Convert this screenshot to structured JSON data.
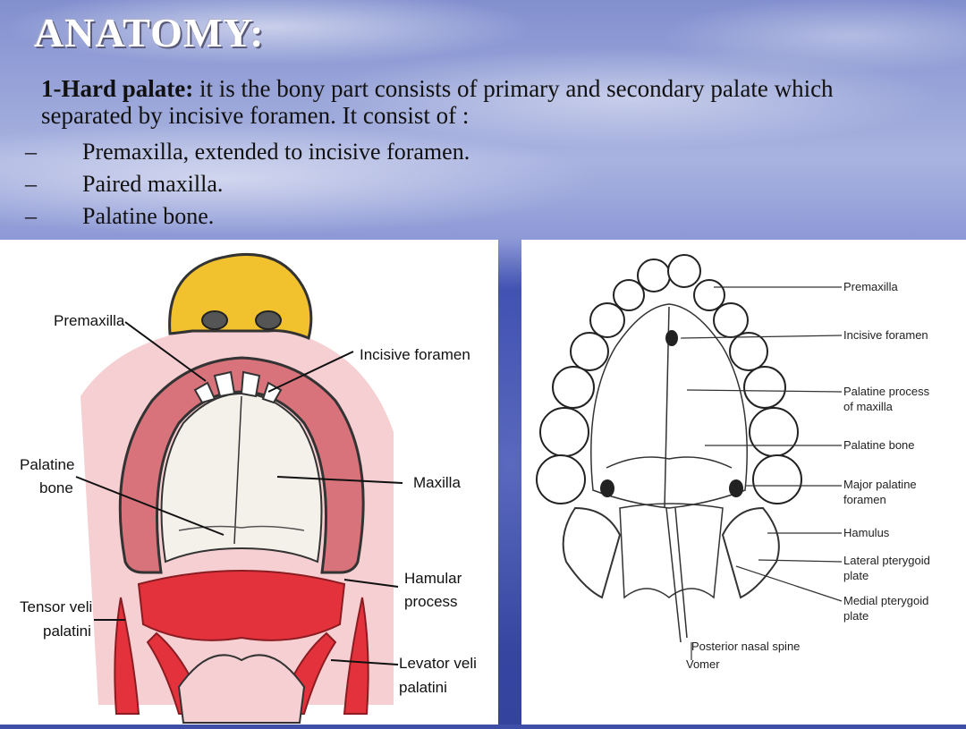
{
  "slide": {
    "title": "ANATOMY:",
    "intro_bold": "1-Hard palate:",
    "intro_text": " it is the bony part consists of primary and secondary palate which separated by incisive foramen. It consist of :",
    "bullets": [
      "Premaxilla, extended to incisive foramen.",
      "Paired maxilla.",
      "Palatine bone."
    ],
    "bullet_marker": "–"
  },
  "figure_left": {
    "labels": {
      "premaxilla": "Premaxilla",
      "incisive_foramen": "Incisive foramen",
      "palatine_bone_1": "Palatine",
      "palatine_bone_2": "bone",
      "maxilla": "Maxilla",
      "hamular_1": "Hamular",
      "hamular_2": "process",
      "tensor_1": "Tensor veli",
      "tensor_2": "palatini",
      "levator_1": "Levator veli",
      "levator_2": "palatini"
    }
  },
  "figure_right": {
    "labels": {
      "premaxilla": "Premaxilla",
      "incisive_foramen": "Incisive foramen",
      "palatine_process_1": "Palatine process",
      "palatine_process_2": "of maxilla",
      "palatine_bone": "Palatine bone",
      "major_palatine_1": "Major palatine",
      "major_palatine_2": "foramen",
      "hamulus": "Hamulus",
      "lateral_pterygoid_1": "Lateral pterygoid",
      "lateral_pterygoid_2": "plate",
      "medial_pterygoid_1": "Medial pterygoid",
      "medial_pterygoid_2": "plate",
      "posterior_nasal_spine": "Posterior nasal spine",
      "vomer": "Vomer"
    }
  },
  "colors": {
    "nose": "#f2c12e",
    "gingiva": "#e8a0a6",
    "gingiva_dark": "#c9565f",
    "muscle": "#e3323b",
    "skin": "#f6cfd2"
  }
}
